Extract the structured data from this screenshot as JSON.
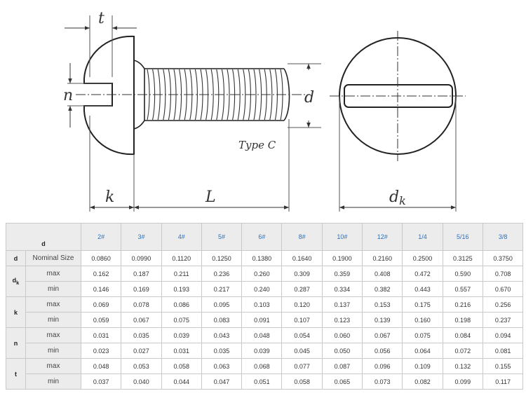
{
  "drawing": {
    "labels": {
      "t": "t",
      "n": "n",
      "d": "d",
      "type": "Type C",
      "k": "k",
      "L": "L",
      "dk_main": "d",
      "dk_sub": "k"
    }
  },
  "table": {
    "header_label": "d",
    "sizes": [
      "2#",
      "3#",
      "4#",
      "5#",
      "6#",
      "8#",
      "10#",
      "12#",
      "1/4",
      "5/16",
      "3/8"
    ],
    "rows": [
      {
        "symbol": "d",
        "symbol_sub": "",
        "label": "Nominal Size",
        "values": [
          "0.0860",
          "0.0990",
          "0.1120",
          "0.1250",
          "0.1380",
          "0.1640",
          "0.1900",
          "0.2160",
          "0.2500",
          "0.3125",
          "0.3750"
        ]
      },
      {
        "symbol": "d",
        "symbol_sub": "k",
        "label": "max",
        "values": [
          "0.162",
          "0.187",
          "0.211",
          "0.236",
          "0.260",
          "0.309",
          "0.359",
          "0.408",
          "0.472",
          "0.590",
          "0.708"
        ]
      },
      {
        "symbol": "",
        "symbol_sub": "",
        "label": "min",
        "values": [
          "0.146",
          "0.169",
          "0.193",
          "0.217",
          "0.240",
          "0.287",
          "0.334",
          "0.382",
          "0.443",
          "0.557",
          "0.670"
        ]
      },
      {
        "symbol": "k",
        "symbol_sub": "",
        "label": "max",
        "values": [
          "0.069",
          "0.078",
          "0.086",
          "0.095",
          "0.103",
          "0.120",
          "0.137",
          "0.153",
          "0.175",
          "0.216",
          "0.256"
        ]
      },
      {
        "symbol": "",
        "symbol_sub": "",
        "label": "min",
        "values": [
          "0.059",
          "0.067",
          "0.075",
          "0.083",
          "0.091",
          "0.107",
          "0.123",
          "0.139",
          "0.160",
          "0.198",
          "0.237"
        ]
      },
      {
        "symbol": "n",
        "symbol_sub": "",
        "label": "max",
        "values": [
          "0.031",
          "0.035",
          "0.039",
          "0.043",
          "0.048",
          "0.054",
          "0.060",
          "0.067",
          "0.075",
          "0.084",
          "0.094"
        ]
      },
      {
        "symbol": "",
        "symbol_sub": "",
        "label": "min",
        "values": [
          "0.023",
          "0.027",
          "0.031",
          "0.035",
          "0.039",
          "0.045",
          "0.050",
          "0.056",
          "0.064",
          "0.072",
          "0.081"
        ]
      },
      {
        "symbol": "t",
        "symbol_sub": "",
        "label": "max",
        "values": [
          "0.048",
          "0.053",
          "0.058",
          "0.063",
          "0.068",
          "0.077",
          "0.087",
          "0.096",
          "0.109",
          "0.132",
          "0.155"
        ]
      },
      {
        "symbol": "",
        "symbol_sub": "",
        "label": "min",
        "values": [
          "0.037",
          "0.040",
          "0.044",
          "0.047",
          "0.051",
          "0.058",
          "0.065",
          "0.073",
          "0.082",
          "0.099",
          "0.117"
        ]
      }
    ]
  }
}
